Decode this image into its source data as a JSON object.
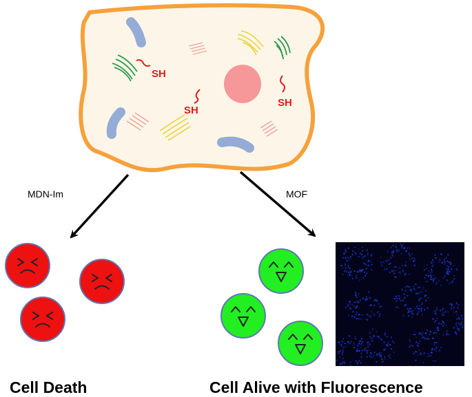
{
  "labels": {
    "left_arrow": "MDN-Im",
    "right_arrow": "MOF",
    "left_caption": "Cell Death",
    "right_caption": "Cell Alive with Fluorescence"
  },
  "thiol_label": "SH",
  "colors": {
    "membrane": "#f5a13c",
    "cytoplasm": "#fdf6e8",
    "nucleus": "#f6989a",
    "mitochondria": "#94acd6",
    "er_green": "#2e9a4d",
    "golgi_yellow": "#e9d64b",
    "ribosome": "#eba39a",
    "thiol": "#e01b1b",
    "dead_cell": "#ee1111",
    "alive_cell": "#22ee22",
    "cell_outline": "#5b78b6",
    "fluorescence_bg": "#03041a",
    "fluorescence": "#1b3ed6"
  },
  "icons": {
    "dead_face": "cross-eyed-frown-face-icon",
    "alive_face": "happy-face-icon",
    "micrograph": "fluorescence-micrograph-icon"
  }
}
